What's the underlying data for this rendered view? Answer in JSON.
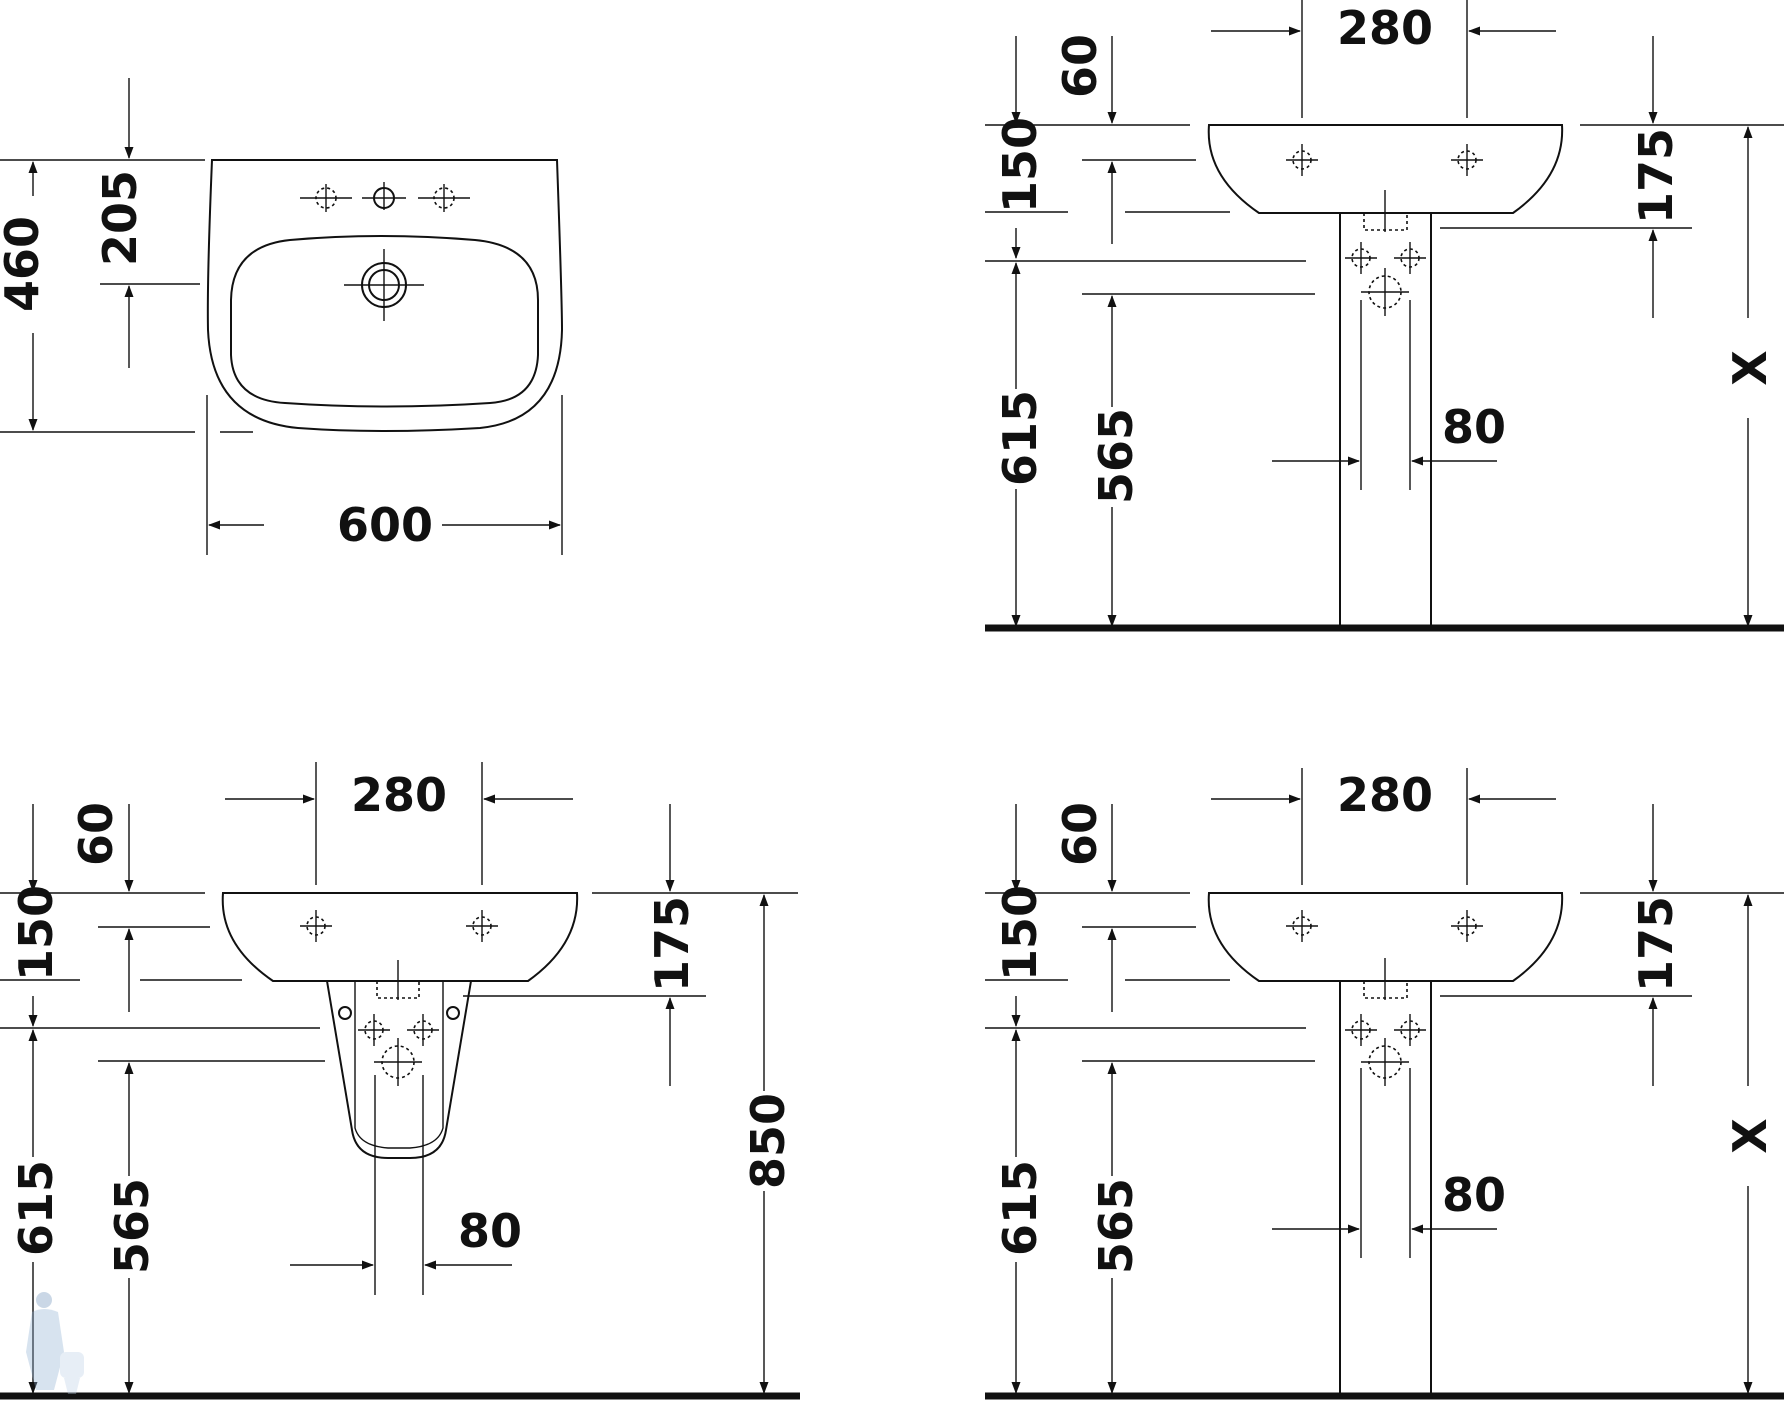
{
  "views": {
    "top": {
      "width": "600",
      "depth": "460",
      "tap_offset": "205"
    },
    "pedestal_right": {
      "hole_spacing": "280",
      "top_offset": "60",
      "rim_height": "150",
      "side_height": "175",
      "floor_height_a": "615",
      "floor_height_b": "565",
      "pedestal_width": "80",
      "variable_height": "X"
    },
    "semi_pedestal": {
      "hole_spacing": "280",
      "top_offset": "60",
      "rim_height": "150",
      "side_height": "175",
      "floor_height_a": "615",
      "floor_height_b": "565",
      "pedestal_width": "80",
      "total_height": "850"
    },
    "pedestal_bottom": {
      "hole_spacing": "280",
      "top_offset": "60",
      "rim_height": "150",
      "side_height": "175",
      "floor_height_a": "615",
      "floor_height_b": "565",
      "pedestal_width": "80",
      "variable_height": "X"
    }
  },
  "icons": {
    "tap_hole": "tap-hole-icon",
    "drain": "drain-icon",
    "watermark": "plumber-watermark-icon"
  },
  "colors": {
    "line": "#111111",
    "background": "#ffffff"
  }
}
